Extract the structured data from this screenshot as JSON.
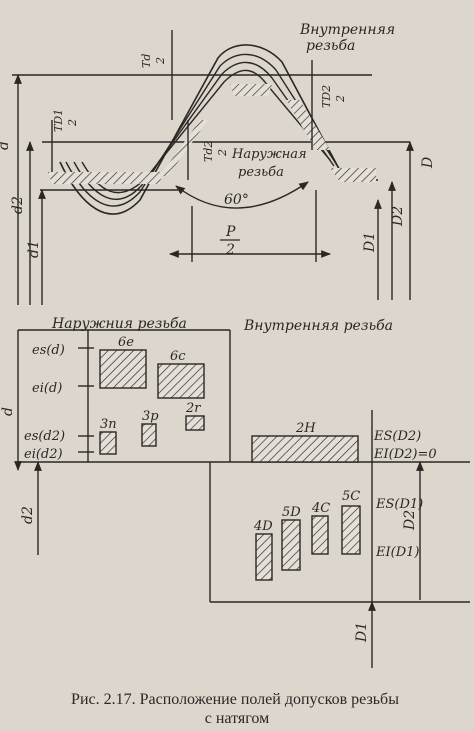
{
  "figure": {
    "caption_line1": "Рис. 2.17. Расположение полей допусков резьбы",
    "caption_line2": "с натягом"
  },
  "profile_diagram": {
    "internal_thread_label_1": "Внутренняя",
    "internal_thread_label_2": "резьба",
    "external_thread_label_1": "Наружная",
    "external_thread_label_2": "резьба",
    "angle": "60°",
    "pitch_num": "P",
    "pitch_den": "2",
    "td_half_num": "Td",
    "td_half_den": "2",
    "td2_half_num": "TD2",
    "td2_half_den": "2",
    "td1_half_num": "TD1",
    "td1_half_den": "2",
    "td2e_half_num": "Td2",
    "td2e_half_den": "2",
    "dim_d": "d",
    "dim_d2": "d2",
    "dim_d1": "d1",
    "dim_D": "D",
    "dim_D2": "D2",
    "dim_D1": "D1"
  },
  "tolerance_diagram": {
    "external_title": "Наружния резьба",
    "internal_title": "Внутренняя резьба",
    "es_d": "es(d)",
    "ei_d": "ei(d)",
    "es_d2": "es(d2)",
    "ei_d2": "ei(d2)",
    "ES_D2": "ES(D2)",
    "EI_D2": "EI(D2)=0",
    "ES_D1": "ES(D1)",
    "EI_D1": "EI(D1)",
    "axis_d": "d",
    "axis_d2": "d2",
    "axis_D2": "D2",
    "axis_D1": "D1",
    "fields": [
      "6e",
      "6c",
      "3n",
      "3p",
      "2r",
      "2H",
      "4D",
      "5D",
      "4C",
      "5C"
    ]
  }
}
